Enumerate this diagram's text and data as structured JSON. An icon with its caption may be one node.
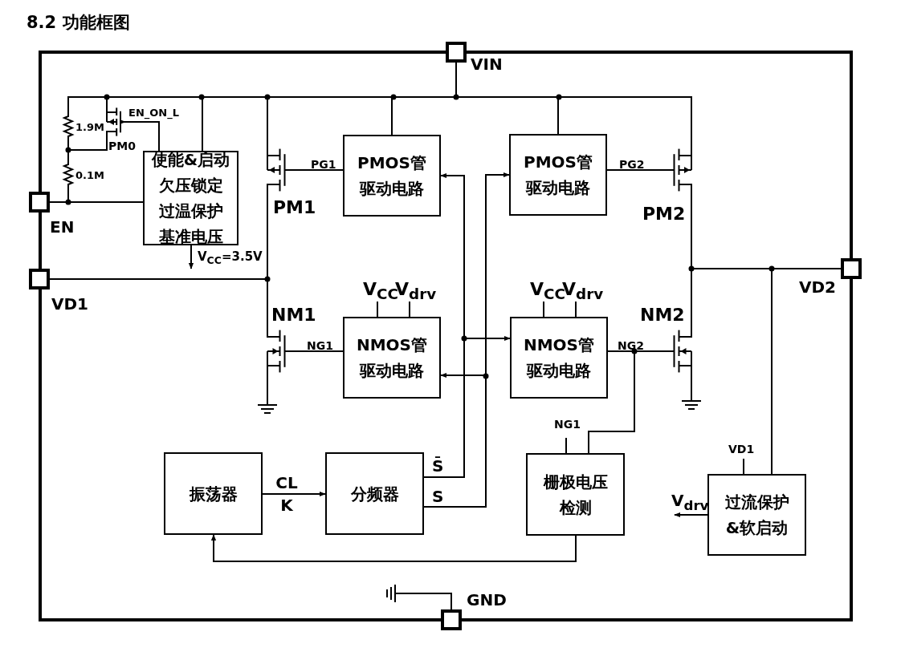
{
  "diagram": {
    "title": "8.2 功能框图",
    "nodes": [
      {
        "text": [],
        "shape": "box",
        "beside": [
          "VIN"
        ]
      },
      {
        "text": [],
        "shape": "box",
        "beside": [
          "EN"
        ]
      },
      {
        "text": [],
        "shape": "box",
        "beside": [
          "VD1"
        ]
      },
      {
        "text": [],
        "shape": "box",
        "beside": [
          "VD2"
        ]
      },
      {
        "text": [],
        "shape": "box",
        "beside": [
          "GND"
        ]
      },
      {
        "text": [
          "使能&启动欠压锁定过温保护基准电压"
        ]
      },
      {
        "text": [
          "PMOS管驱动电路"
        ]
      },
      {
        "text": [
          "PMOS管驱动电路"
        ]
      },
      {
        "text": [
          "NMOS管驱动电路"
        ],
        "beside": [
          "V$_{CC}$",
          "V$_{drv}$"
        ]
      },
      {
        "text": [
          "NMOS管驱动电路"
        ],
        "beside": [
          "V$_{CC}$",
          "V$_{drv}$"
        ]
      },
      {
        "text": [
          "振荡器"
        ]
      },
      {
        "text": [
          "分频器"
        ]
      },
      {
        "text": [
          "栅极电压检测"
        ],
        "beside": [
          "NG1"
        ]
      },
      {
        "text": [
          "过流保护&软启动"
        ],
        "beside": [
          "VD1"
        ]
      },
      {
        "text": [],
        "shape": "transistor",
        "beside": [
          "PM0"
        ]
      },
      {
        "text": [],
        "shape": "transistor",
        "beside": [
          "PM1"
        ]
      },
      {
        "text": [],
        "shape": "transistor",
        "beside": [
          "NM1"
        ]
      },
      {
        "text": [],
        "shape": "transistor",
        "beside": [
          "PM2"
        ]
      },
      {
        "text": [],
        "shape": "transistor",
        "beside": [
          "NM2"
        ]
      },
      {
        "text": [],
        "shape": "resistor",
        "beside": [
          "1.9M"
        ]
      },
      {
        "text": [],
        "shape": "resistor",
        "beside": [
          "0.1M"
        ]
      }
    ],
    "edges": [
      {
        "from": 10,
        "to": 11,
        "arrow": "to",
        "label": "CL K"
      },
      {
        "from": 11,
        "to": 6,
        "arrow": "to",
        "label": "S̄"
      },
      {
        "from": 11,
        "to": 9,
        "arrow": "to"
      },
      {
        "from": 11,
        "to": 7,
        "arrow": "to",
        "label": "S"
      },
      {
        "from": 11,
        "to": 8,
        "arrow": "to"
      },
      {
        "from": 12,
        "to": 10,
        "arrow": "to"
      },
      {
        "from": 5,
        "to": 14,
        "arrow": "to",
        "label": "EN_ON_L"
      },
      {
        "from": 5,
        "to": null,
        "arrow": "to",
        "label": "V$_{CC}$=3.5V"
      },
      {
        "from": 13,
        "to": null,
        "arrow": "to",
        "label": "V$_{drv}$"
      },
      {
        "from": 0,
        "to": 19,
        "arrow": "none"
      },
      {
        "from": 0,
        "to": 14,
        "arrow": "none"
      },
      {
        "from": 0,
        "to": 5,
        "arrow": "none"
      },
      {
        "from": 0,
        "to": 15,
        "arrow": "none"
      },
      {
        "from": 0,
        "to": 6,
        "arrow": "none"
      },
      {
        "from": 0,
        "to": 7,
        "arrow": "none"
      },
      {
        "from": 0,
        "to": 17,
        "arrow": "none"
      },
      {
        "from": 19,
        "to": 20,
        "arrow": "none"
      },
      {
        "from": 14,
        "to": 20,
        "arrow": "none"
      },
      {
        "from": 20,
        "to": 1,
        "arrow": "none"
      },
      {
        "from": 1,
        "to": 5,
        "arrow": "none"
      },
      {
        "from": 6,
        "to": 15,
        "arrow": "none",
        "label": "PG1"
      },
      {
        "from": 7,
        "to": 17,
        "arrow": "none",
        "label": "PG2"
      },
      {
        "from": 8,
        "to": 16,
        "arrow": "none",
        "label": "NG1"
      },
      {
        "from": 9,
        "to": 18,
        "arrow": "none",
        "label": "NG2"
      },
      {
        "from": 2,
        "to": 15,
        "arrow": "none"
      },
      {
        "from": 2,
        "to": 16,
        "arrow": "none"
      },
      {
        "from": 17,
        "to": 3,
        "arrow": "none"
      },
      {
        "from": 18,
        "to": 3,
        "arrow": "none"
      },
      {
        "from": 13,
        "to": 3,
        "arrow": "none"
      },
      {
        "from": 9,
        "to": 12,
        "arrow": "none"
      }
    ]
  }
}
